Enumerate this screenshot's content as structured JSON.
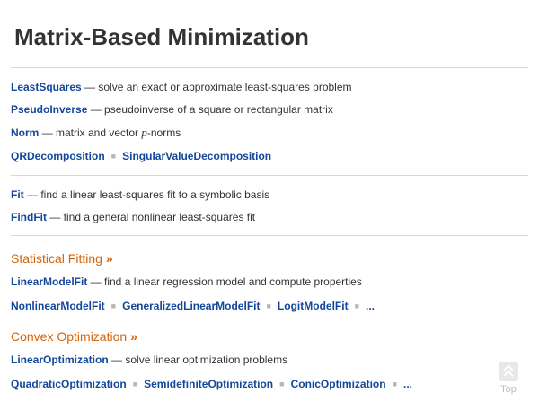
{
  "page": {
    "title": "Matrix-Based Minimization"
  },
  "group1": [
    {
      "link": "LeastSquares",
      "desc": " — solve an exact or approximate least-squares problem"
    },
    {
      "link": "PseudoInverse",
      "desc": " — pseudoinverse of a square or rectangular matrix"
    },
    {
      "link": "Norm",
      "desc_pre": " — matrix and vector ",
      "desc_em": "p",
      "desc_post": "-norms"
    }
  ],
  "group1_links": [
    "QRDecomposition",
    "SingularValueDecomposition"
  ],
  "group2": [
    {
      "link": "Fit",
      "desc": " — find a linear least-squares fit to a symbolic basis"
    },
    {
      "link": "FindFit",
      "desc": " — find a general nonlinear least-squares fit"
    }
  ],
  "statistical": {
    "heading": "Statistical Fitting",
    "arrow": "»",
    "item": {
      "link": "LinearModelFit",
      "desc": " — find a linear regression model and compute properties"
    },
    "links": [
      "NonlinearModelFit",
      "GeneralizedLinearModelFit",
      "LogitModelFit",
      "..."
    ]
  },
  "convex": {
    "heading": "Convex Optimization",
    "arrow": "»",
    "item": {
      "link": "LinearOptimization",
      "desc": " — solve linear optimization problems"
    },
    "links": [
      "QuadraticOptimization",
      "SemidefiniteOptimization",
      "ConicOptimization",
      "..."
    ]
  },
  "separator_glyph": "■",
  "top_button": {
    "label": "Top",
    "icon": "double-chevron-up-icon"
  },
  "colors": {
    "link": "#13479a",
    "section": "#d3650a",
    "text": "#333333",
    "rule": "#d9d9d9"
  }
}
